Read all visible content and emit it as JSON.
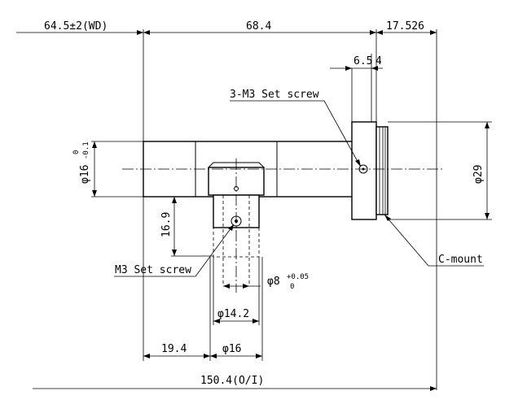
{
  "dimensions": {
    "working_distance": "64.5±2(WD)",
    "body_length": "68.4",
    "flange_back": "17.526",
    "mount_offset": "6.5",
    "mount_step": "4",
    "tube_diameter": "φ16",
    "tube_tolerance_upper": "0",
    "tube_tolerance_lower": "-0.1",
    "mount_diameter": "φ29",
    "port_height": "16.9",
    "inner_bore": "φ8",
    "inner_bore_tolerance_upper": "+0.05",
    "inner_bore_tolerance_lower": "0",
    "port_bore": "φ14.2",
    "port_diameter": "φ16",
    "port_offset": "19.4",
    "total_length": "150.4(O/I)"
  },
  "labels": {
    "set_screw_top": "3-M3 Set screw",
    "set_screw_port": "M3 Set screw",
    "c_mount": "C-mount"
  }
}
